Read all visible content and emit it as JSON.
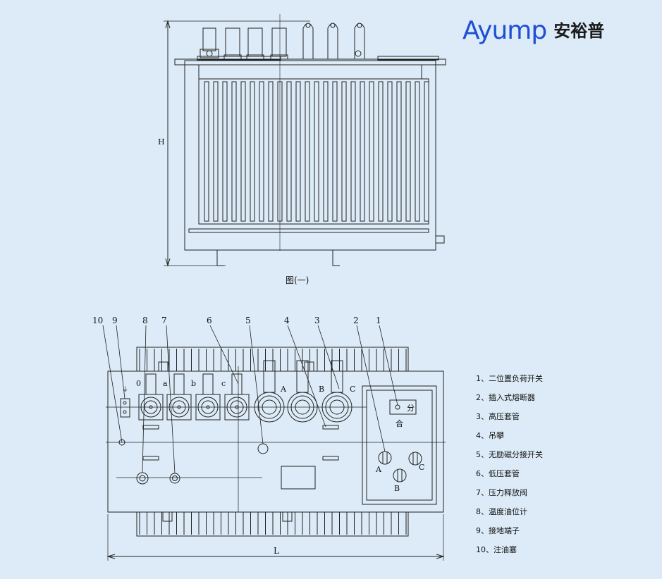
{
  "brand": {
    "latin": "Ayump",
    "cjk": "安裕普"
  },
  "figure1": {
    "caption": "图(一)",
    "height_label": "H"
  },
  "figure2": {
    "length_label": "L",
    "callouts": [
      "10",
      "9",
      "8",
      "7",
      "6",
      "5",
      "4",
      "3",
      "2",
      "1"
    ],
    "lv_phase_labels": [
      "0",
      "a",
      "b",
      "c"
    ],
    "hv_phase_labels": [
      "A",
      "B",
      "C"
    ],
    "switch_labels": {
      "split": "分",
      "close": "合"
    },
    "fuse_labels": [
      "A",
      "B",
      "C"
    ]
  },
  "legend": [
    "1、二位置负荷开关",
    "2、插入式熔断器",
    "3、高压套管",
    "4、吊攀",
    "5、无励磁分接开关",
    "6、低压套管",
    "7、压力释放阀",
    "8、温度油位计",
    "9、接地端子",
    "10、注油塞"
  ],
  "colors": {
    "background": "#dcebf7",
    "brand_blue": "#1e4fd6",
    "line": "#222222"
  }
}
